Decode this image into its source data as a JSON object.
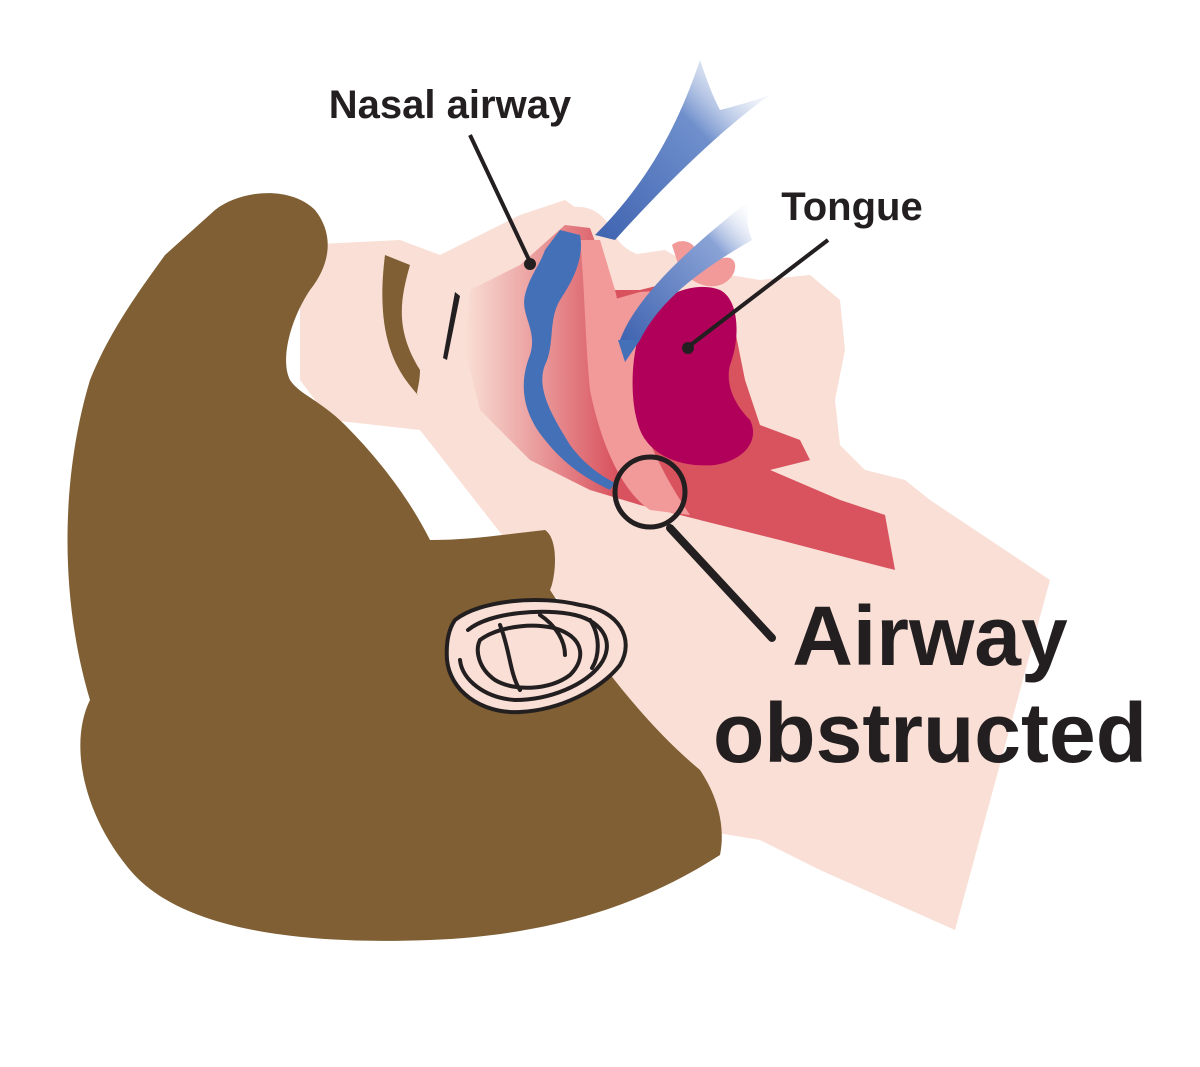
{
  "labels": {
    "nasal_airway": "Nasal airway",
    "tongue": "Tongue",
    "airway_obstructed_line1": "Airway",
    "airway_obstructed_line2": "obstructed"
  },
  "colors": {
    "skin": "#f9dfd5",
    "hair": "#7f5f33",
    "airway_dark": "#d9535f",
    "airway_light": "#f19a99",
    "tongue": "#b0005a",
    "airflow": "#4470b8",
    "ink": "#231f20"
  },
  "icons": {
    "nasal_airway_marker": "dot-marker",
    "tongue_marker": "dot-marker",
    "obstruction_marker": "magnifier-circle"
  }
}
